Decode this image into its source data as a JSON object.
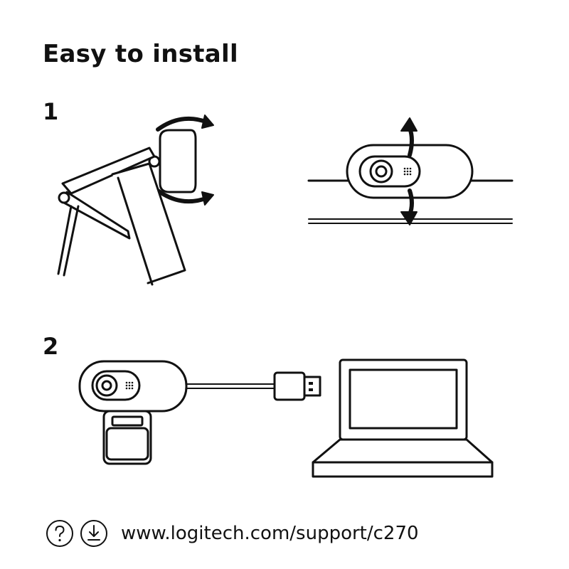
{
  "title": "Easy to install",
  "steps": [
    {
      "number": "1"
    },
    {
      "number": "2"
    }
  ],
  "footer": {
    "help_icon": "question-circle-icon",
    "download_icon": "download-circle-icon",
    "url": "www.logitech.com/support/c270"
  }
}
